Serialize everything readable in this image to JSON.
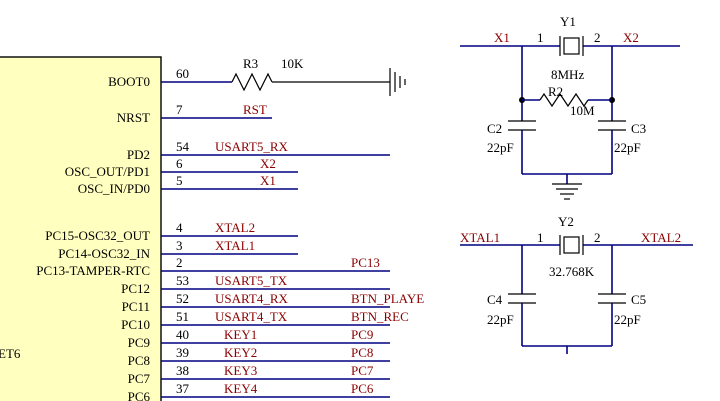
{
  "mcu": {
    "partial_label": "ET6",
    "pins": [
      {
        "name": "BOOT0",
        "num": "60",
        "net": "",
        "net_right": ""
      },
      {
        "name": "NRST",
        "num": "7",
        "net": "RST",
        "net_right": ""
      },
      {
        "name": "PD2",
        "num": "54",
        "net": "USART5_RX",
        "net_right": ""
      },
      {
        "name": "OSC_OUT/PD1",
        "num": "6",
        "net": "X2",
        "net_right": ""
      },
      {
        "name": "OSC_IN/PD0",
        "num": "5",
        "net": "X1",
        "net_right": ""
      },
      {
        "name": "PC15-OSC32_OUT",
        "num": "4",
        "net": "XTAL2",
        "net_right": ""
      },
      {
        "name": "PC14-OSC32_IN",
        "num": "3",
        "net": "XTAL1",
        "net_right": ""
      },
      {
        "name": "PC13-TAMPER-RTC",
        "num": "2",
        "net": "",
        "net_right": "PC13"
      },
      {
        "name": "PC12",
        "num": "53",
        "net": "USART5_TX",
        "net_right": ""
      },
      {
        "name": "PC11",
        "num": "52",
        "net": "USART4_RX",
        "net_right": "BTN_PLAYE"
      },
      {
        "name": "PC10",
        "num": "51",
        "net": "USART4_TX",
        "net_right": "BTN_REC"
      },
      {
        "name": "PC9",
        "num": "40",
        "net": "KEY1",
        "net_right": "PC9"
      },
      {
        "name": "PC8",
        "num": "39",
        "net": "KEY2",
        "net_right": "PC8"
      },
      {
        "name": "PC7",
        "num": "38",
        "net": "KEY3",
        "net_right": "PC7"
      },
      {
        "name": "PC6",
        "num": "37",
        "net": "KEY4",
        "net_right": "PC6"
      }
    ]
  },
  "r3": {
    "ref": "R3",
    "value": "10K"
  },
  "hse": {
    "net_left": "X1",
    "net_right": "X2",
    "pin1": "1",
    "pin2": "2",
    "crystal_ref": "Y1",
    "crystal_value": "8MHz",
    "resistor_ref": "R2",
    "resistor_value": "10M",
    "cap_left_ref": "C2",
    "cap_left_value": "22pF",
    "cap_right_ref": "C3",
    "cap_right_value": "22pF"
  },
  "lse": {
    "net_left": "XTAL1",
    "net_right": "XTAL2",
    "pin1": "1",
    "pin2": "2",
    "crystal_ref": "Y2",
    "crystal_value": "32.768K",
    "cap_left_ref": "C4",
    "cap_left_value": "22pF",
    "cap_right_ref": "C5",
    "cap_right_value": "22pF"
  },
  "colors": {
    "wire": "#000080",
    "net_label": "#8b0000",
    "pin_text": "#000000",
    "ic_fill": "#ffffc0"
  }
}
